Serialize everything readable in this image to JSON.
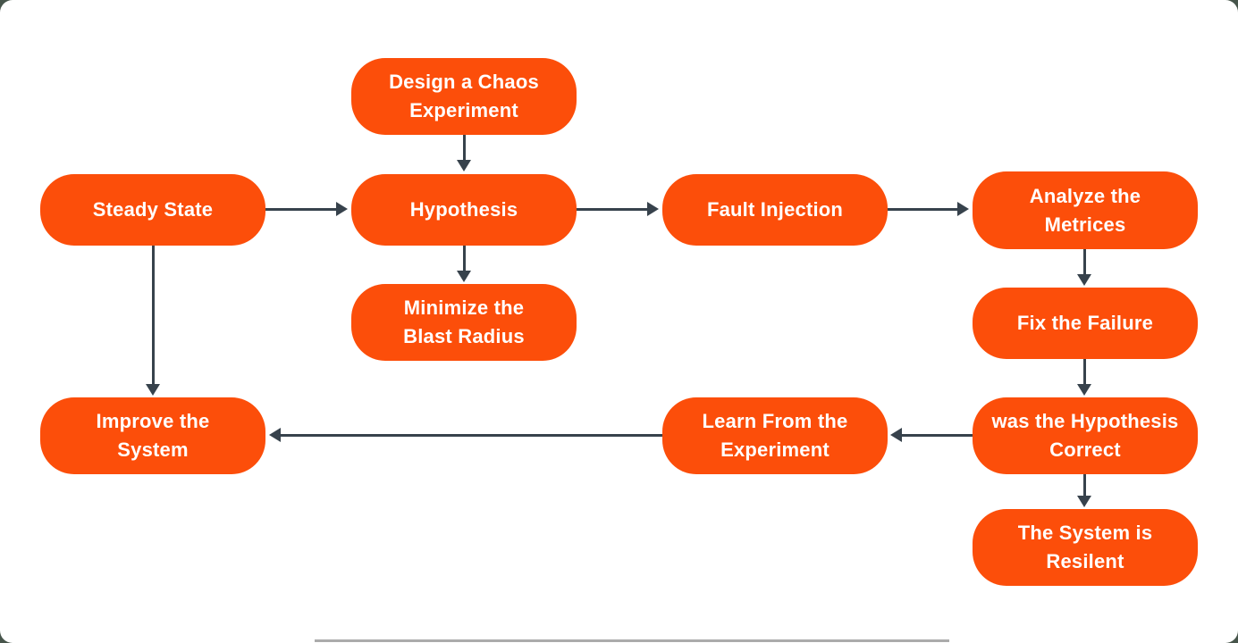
{
  "diagram": {
    "type": "flowchart",
    "topic": "chaos-engineering-experiment-lifecycle"
  },
  "colors": {
    "node_fill": "#FC4E0A",
    "node_text": "#FFFFFF",
    "arrow": "#37424C",
    "canvas": "#FFFFFF",
    "outer_background": "#47554B",
    "bottom_line": "#ABABAB"
  },
  "nodes": [
    {
      "id": "design-chaos-experiment",
      "label": "Design a Chaos\nExperiment"
    },
    {
      "id": "steady-state",
      "label": "Steady State"
    },
    {
      "id": "hypothesis",
      "label": "Hypothesis"
    },
    {
      "id": "fault-injection",
      "label": "Fault Injection"
    },
    {
      "id": "analyze-the-metrices",
      "label": "Analyze the\nMetrices"
    },
    {
      "id": "minimize-the-blast-radius",
      "label": "Minimize the\nBlast Radius"
    },
    {
      "id": "fix-the-failure",
      "label": "Fix the Failure"
    },
    {
      "id": "improve-the-system",
      "label": "Improve the\nSystem"
    },
    {
      "id": "learn-from-the-experiment",
      "label": "Learn From the\nExperiment"
    },
    {
      "id": "was-the-hypothesis-correct",
      "label": "was the Hypothesis\nCorrect"
    },
    {
      "id": "the-system-is-resilent",
      "label": "The System is\nResilent"
    }
  ],
  "edges": [
    {
      "from": "design-chaos-experiment",
      "to": "hypothesis",
      "direction": "down"
    },
    {
      "from": "steady-state",
      "to": "hypothesis",
      "direction": "right"
    },
    {
      "from": "hypothesis",
      "to": "fault-injection",
      "direction": "right"
    },
    {
      "from": "fault-injection",
      "to": "analyze-the-metrices",
      "direction": "right"
    },
    {
      "from": "hypothesis",
      "to": "minimize-the-blast-radius",
      "direction": "down"
    },
    {
      "from": "analyze-the-metrices",
      "to": "fix-the-failure",
      "direction": "down"
    },
    {
      "from": "fix-the-failure",
      "to": "was-the-hypothesis-correct",
      "direction": "down"
    },
    {
      "from": "was-the-hypothesis-correct",
      "to": "the-system-is-resilent",
      "direction": "down"
    },
    {
      "from": "was-the-hypothesis-correct",
      "to": "learn-from-the-experiment",
      "direction": "left"
    },
    {
      "from": "learn-from-the-experiment",
      "to": "improve-the-system",
      "direction": "left"
    },
    {
      "from": "steady-state",
      "to": "improve-the-system",
      "direction": "down"
    }
  ]
}
